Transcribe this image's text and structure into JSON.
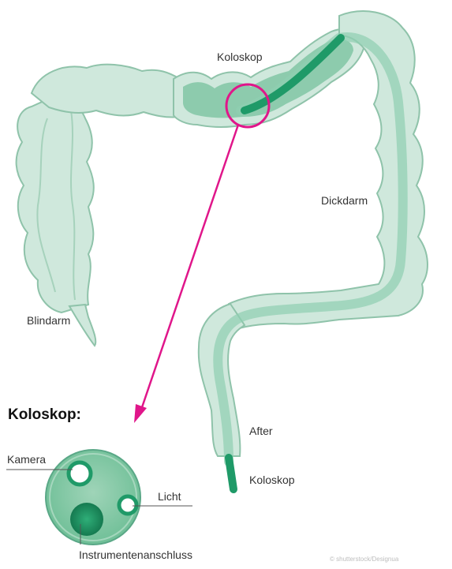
{
  "labels": {
    "koloskop_top": "Koloskop",
    "dickdarm": "Dickdarm",
    "blindarm": "Blindarm",
    "after": "After",
    "koloskop_bottom": "Koloskop"
  },
  "detail": {
    "heading": "Koloskop:",
    "kamera": "Kamera",
    "licht": "Licht",
    "instrument": "Instrumentenanschluss"
  },
  "credit": "© shutterstock/Designua",
  "colors": {
    "colon_fill": "#cfe8dc",
    "colon_stroke": "#8fc3aa",
    "scope": "#1f9a68",
    "highlight": "#e0168a"
  }
}
